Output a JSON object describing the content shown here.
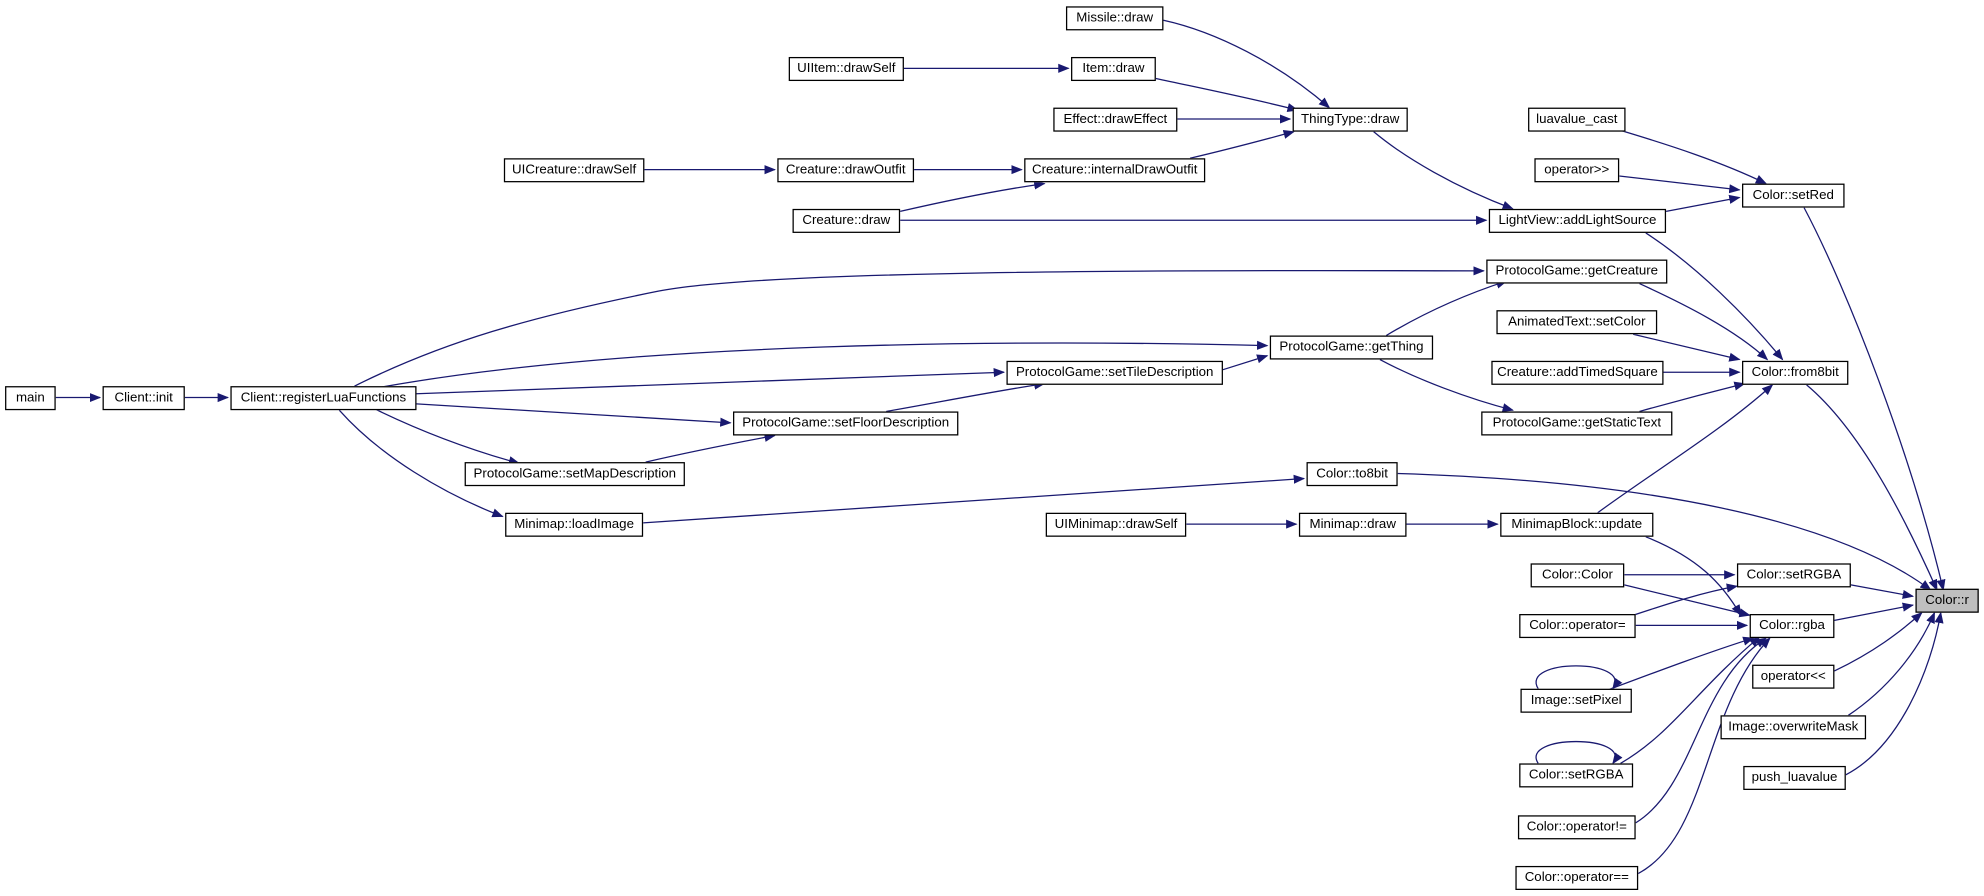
{
  "colors": {
    "edge": "#191970",
    "node_border": "#000000",
    "target_fill": "#bfbfbf"
  },
  "nodes": [
    {
      "id": "missile_draw",
      "label": "Missile::draw"
    },
    {
      "id": "uiitem_drawself",
      "label": "UIItem::drawSelf"
    },
    {
      "id": "item_draw",
      "label": "Item::draw"
    },
    {
      "id": "effect_draweffect",
      "label": "Effect::drawEffect"
    },
    {
      "id": "thingtype_draw",
      "label": "ThingType::draw"
    },
    {
      "id": "luavalue_cast",
      "label": "luavalue_cast"
    },
    {
      "id": "uicreature_drawself",
      "label": "UICreature::drawSelf"
    },
    {
      "id": "creature_drawoutfit",
      "label": "Creature::drawOutfit"
    },
    {
      "id": "creature_internaldrawoutfit",
      "label": "Creature::internalDrawOutfit"
    },
    {
      "id": "operator_rshift",
      "label": "operator>>"
    },
    {
      "id": "color_setred",
      "label": "Color::setRed"
    },
    {
      "id": "creature_draw",
      "label": "Creature::draw"
    },
    {
      "id": "lightview_addlightsource",
      "label": "LightView::addLightSource"
    },
    {
      "id": "protocolgame_getcreature",
      "label": "ProtocolGame::getCreature"
    },
    {
      "id": "animatedtext_setcolor",
      "label": "AnimatedText::setColor"
    },
    {
      "id": "protocolgame_getthing",
      "label": "ProtocolGame::getThing"
    },
    {
      "id": "main",
      "label": "main"
    },
    {
      "id": "client_init",
      "label": "Client::init"
    },
    {
      "id": "client_registerluafunctions",
      "label": "Client::registerLuaFunctions"
    },
    {
      "id": "protocolgame_settiledescription",
      "label": "ProtocolGame::setTileDescription"
    },
    {
      "id": "creature_addtimedsquare",
      "label": "Creature::addTimedSquare"
    },
    {
      "id": "color_from8bit",
      "label": "Color::from8bit"
    },
    {
      "id": "protocolgame_setfloordescription",
      "label": "ProtocolGame::setFloorDescription"
    },
    {
      "id": "protocolgame_getstatictext",
      "label": "ProtocolGame::getStaticText"
    },
    {
      "id": "protocolgame_setmapdescription",
      "label": "ProtocolGame::setMapDescription"
    },
    {
      "id": "color_to8bit",
      "label": "Color::to8bit"
    },
    {
      "id": "minimap_loadimage",
      "label": "Minimap::loadImage"
    },
    {
      "id": "uiminimap_drawself",
      "label": "UIMinimap::drawSelf"
    },
    {
      "id": "minimap_draw",
      "label": "Minimap::draw"
    },
    {
      "id": "minimapblock_update",
      "label": "MinimapBlock::update"
    },
    {
      "id": "color_color",
      "label": "Color::Color"
    },
    {
      "id": "color_setrgba_top",
      "label": "Color::setRGBA"
    },
    {
      "id": "color_r",
      "label": "Color::r"
    },
    {
      "id": "color_operator_assign",
      "label": "Color::operator="
    },
    {
      "id": "color_rgba",
      "label": "Color::rgba"
    },
    {
      "id": "operator_lshift",
      "label": "operator<<"
    },
    {
      "id": "image_setpixel",
      "label": "Image::setPixel"
    },
    {
      "id": "image_overwritemask",
      "label": "Image::overwriteMask"
    },
    {
      "id": "color_setrgba_bottom",
      "label": "Color::setRGBA"
    },
    {
      "id": "push_luavalue",
      "label": "push_luavalue"
    },
    {
      "id": "color_operator_ne",
      "label": "Color::operator!="
    },
    {
      "id": "color_operator_eq",
      "label": "Color::operator=="
    }
  ]
}
